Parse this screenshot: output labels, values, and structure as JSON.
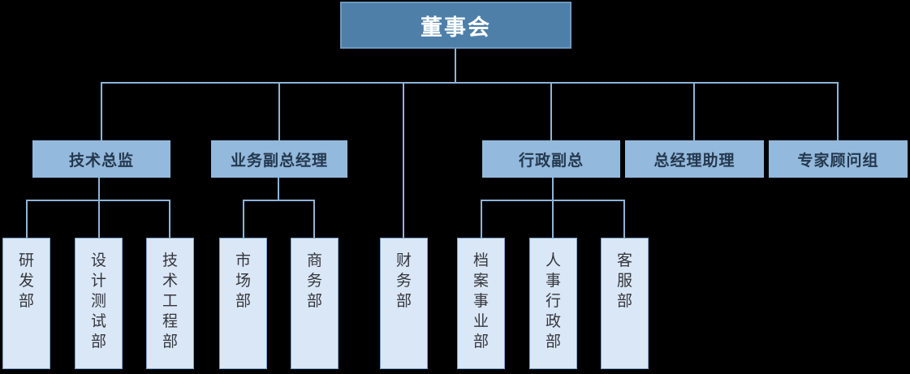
{
  "org": {
    "root": {
      "label": "董事会"
    },
    "level2": [
      {
        "label": "技术总监"
      },
      {
        "label": "业务副总经理"
      },
      {
        "label": "行政副总"
      },
      {
        "label": "总经理助理"
      },
      {
        "label": "专家顾问组"
      }
    ],
    "departments": [
      {
        "label": "研发部"
      },
      {
        "label": "设计测试部"
      },
      {
        "label": "技术工程部"
      },
      {
        "label": "市场部"
      },
      {
        "label": "商务部"
      },
      {
        "label": "财务部"
      },
      {
        "label": "档案事业部"
      },
      {
        "label": "人事行政部"
      },
      {
        "label": "客服部"
      }
    ],
    "colors": {
      "background": "#000000",
      "root_fill": "#4d7fa9",
      "root_border": "#6d99c0",
      "root_text": "#ffffff",
      "level2_fill": "#93b9dc",
      "level2_text": "#24384e",
      "level3_fill": "#d9e7f6",
      "level3_border": "#7da3c9",
      "level3_text": "#36363c",
      "connector": "#8fb4d6"
    }
  }
}
